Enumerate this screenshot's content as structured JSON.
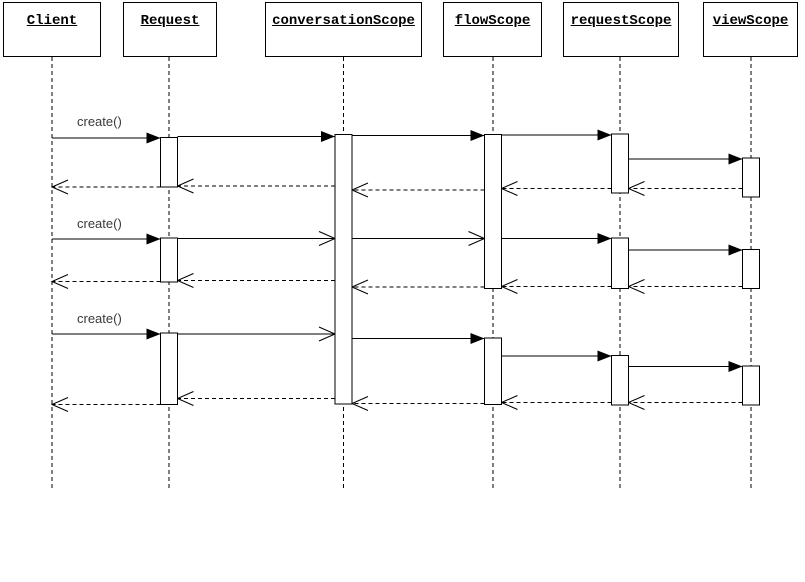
{
  "diagram": {
    "type": "uml-sequence-diagram",
    "lifelines": [
      {
        "name": "Client"
      },
      {
        "name": "Request"
      },
      {
        "name": "conversationScope"
      },
      {
        "name": "flowScope"
      },
      {
        "name": "requestScope"
      },
      {
        "name": "viewScope"
      }
    ],
    "message_labels": [
      "create()",
      "create()",
      "create()"
    ],
    "interactions": [
      {
        "label": "create()",
        "calls": [
          {
            "from": "Client",
            "to": "Request",
            "label": "create()",
            "head": "filled"
          },
          {
            "from": "Request",
            "to": "conversationScope",
            "head": "filled"
          },
          {
            "from": "conversationScope",
            "to": "flowScope",
            "head": "filled"
          },
          {
            "from": "flowScope",
            "to": "requestScope",
            "head": "filled"
          },
          {
            "from": "requestScope",
            "to": "viewScope",
            "head": "filled"
          }
        ],
        "returns": [
          {
            "from": "viewScope",
            "to": "requestScope"
          },
          {
            "from": "requestScope",
            "to": "flowScope"
          },
          {
            "from": "flowScope",
            "to": "conversationScope"
          },
          {
            "from": "conversationScope",
            "to": "Request"
          },
          {
            "from": "Request",
            "to": "Client"
          }
        ]
      },
      {
        "label": "create()",
        "calls": [
          {
            "from": "Client",
            "to": "Request",
            "label": "create()",
            "head": "filled"
          },
          {
            "from": "Request",
            "to": "conversationScope",
            "head": "open"
          },
          {
            "from": "conversationScope",
            "to": "flowScope",
            "head": "open"
          },
          {
            "from": "flowScope",
            "to": "requestScope",
            "head": "filled"
          },
          {
            "from": "requestScope",
            "to": "viewScope",
            "head": "filled"
          }
        ],
        "returns": [
          {
            "from": "viewScope",
            "to": "requestScope"
          },
          {
            "from": "requestScope",
            "to": "flowScope"
          },
          {
            "from": "flowScope",
            "to": "conversationScope"
          },
          {
            "from": "conversationScope",
            "to": "Request"
          },
          {
            "from": "Request",
            "to": "Client"
          }
        ]
      },
      {
        "label": "create()",
        "calls": [
          {
            "from": "Client",
            "to": "Request",
            "label": "create()",
            "head": "filled"
          },
          {
            "from": "Request",
            "to": "conversationScope",
            "head": "open"
          },
          {
            "from": "conversationScope",
            "to": "flowScope",
            "head": "filled"
          },
          {
            "from": "flowScope",
            "to": "requestScope",
            "head": "filled"
          },
          {
            "from": "requestScope",
            "to": "viewScope",
            "head": "filled"
          }
        ],
        "returns": [
          {
            "from": "viewScope",
            "to": "requestScope"
          },
          {
            "from": "requestScope",
            "to": "flowScope"
          },
          {
            "from": "flowScope",
            "to": "conversationScope"
          },
          {
            "from": "conversationScope",
            "to": "Request"
          },
          {
            "from": "Request",
            "to": "Client"
          }
        ]
      }
    ],
    "colors": {
      "stroke": "#000000",
      "activation_fill": "#ffffff",
      "lifeline_label_text": "#000000",
      "message_text": "#3a3a3a",
      "background": "#ffffff"
    }
  }
}
